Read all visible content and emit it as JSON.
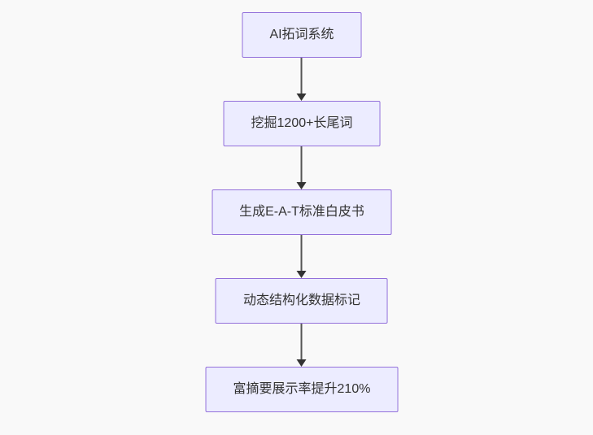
{
  "page": {
    "background": "#f9f9f9"
  },
  "flowchart": {
    "type": "vertical-flowchart",
    "node_fill": "#ECECFF",
    "node_border": "#9370DB",
    "arrow_color": "#333333",
    "text_color": "#333333",
    "nodes": [
      {
        "id": "n1",
        "label": "AI拓词系统"
      },
      {
        "id": "n2",
        "label": "挖掘1200+长尾词"
      },
      {
        "id": "n3",
        "label": "生成E-A-T标准白皮书"
      },
      {
        "id": "n4",
        "label": "动态结构化数据标记"
      },
      {
        "id": "n5",
        "label": "富摘要展示率提升210%"
      }
    ],
    "edges": [
      {
        "from": "n1",
        "to": "n2"
      },
      {
        "from": "n2",
        "to": "n3"
      },
      {
        "from": "n3",
        "to": "n4"
      },
      {
        "from": "n4",
        "to": "n5"
      }
    ]
  }
}
